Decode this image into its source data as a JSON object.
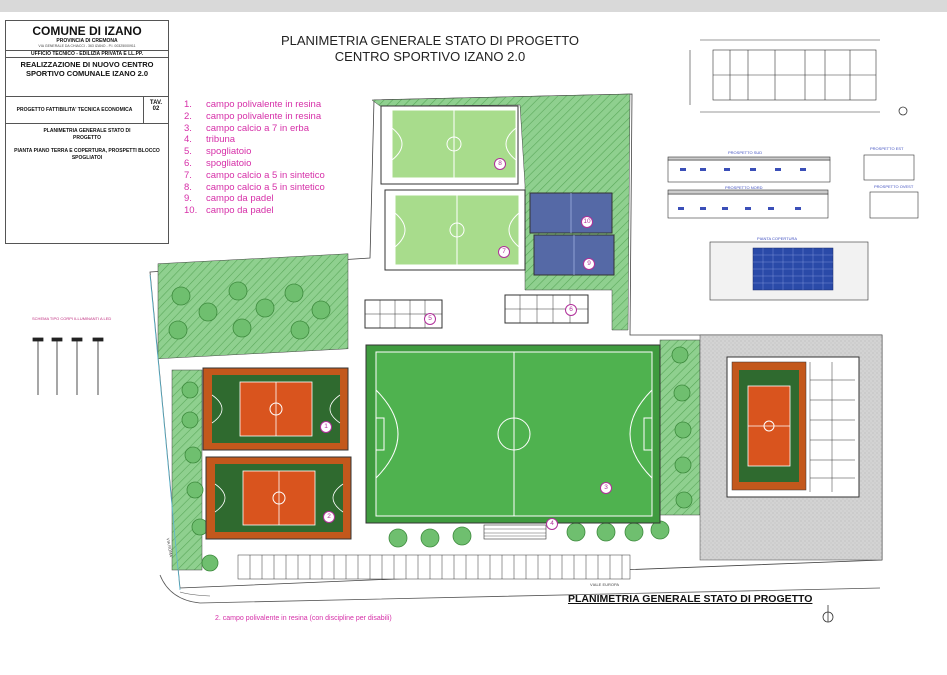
{
  "title_block": {
    "comune": "COMUNE DI IZANO",
    "provincia": "PROVINCIA DI CREMONA",
    "address": "VIA GENERALE DA CHIACCI - 363 IZANO - P.I. 00325000911",
    "ufficio": "UFFICIO TECNICO - EDILIZIA PRIVATA E LL.PP.",
    "project_title": "REALIZZAZIONE DI NUOVO CENTRO SPORTIVO COMUNALE IZANO 2.0",
    "phase": "PROGETTO FATTIBILITA' TECNICA ECONOMICA",
    "tav_label": "TAV.",
    "tav_number": "02",
    "sheet_desc_1": "PLANIMETRIA GENERALE STATO DI PROGETTO",
    "sheet_desc_2": "PIANTA PIANO TERRA E COPERTURA, PROSPETTI BLOCCO SPOGLIATOI"
  },
  "main_title_line1": "PLANIMETRIA GENERALE STATO DI PROGETTO",
  "main_title_line2": "CENTRO SPORTIVO IZANO 2.0",
  "legend": [
    {
      "num": "1.",
      "label": "campo polivalente in resina"
    },
    {
      "num": "2.",
      "label": "campo polivalente in resina"
    },
    {
      "num": "3.",
      "label": "campo calcio a 7 in erba"
    },
    {
      "num": "4.",
      "label": "tribuna"
    },
    {
      "num": "5.",
      "label": "spogliatoio"
    },
    {
      "num": "6.",
      "label": "spogliatoio"
    },
    {
      "num": "7.",
      "label": "campo calcio a 5 in sintetico"
    },
    {
      "num": "8.",
      "label": "campo calcio a 5 in sintetico"
    },
    {
      "num": "9.",
      "label": "campo da padel"
    },
    {
      "num": "10.",
      "label": "campo da padel"
    }
  ],
  "caption_2": "2. campo polivalente in resina (con discipline per disabili)",
  "bottom_title": "PLANIMETRIA GENERALE STATO DI PROGETTO",
  "lamp_caption": "SCHEMA TIPO CORPI ILLUMINANTI A LED",
  "street_labels": [
    "VIA ROMA",
    "VIALE EUROPA"
  ],
  "elevation_labels": {
    "sud": "PROSPETTO SUD",
    "nord": "PROSPETTO NORD",
    "est": "PROSPETTO EST",
    "ovest": "PROSPETTO OVEST",
    "copertura": "PIANTA COPERTURA"
  },
  "field_numbers": [
    "1",
    "2",
    "3",
    "4",
    "5",
    "6",
    "7",
    "8",
    "9",
    "10"
  ],
  "colors": {
    "legend": "#d62fa8",
    "grass": "#3f9b3f",
    "turf_light": "#a7d98a",
    "court_orange": "#d9541e",
    "court_border": "#8a3a1a",
    "padel_blue": "#5569a6",
    "hatch_green": "#7bc27b"
  },
  "icons": [
    "north-arrow-icon",
    "street-lamp-icon"
  ]
}
